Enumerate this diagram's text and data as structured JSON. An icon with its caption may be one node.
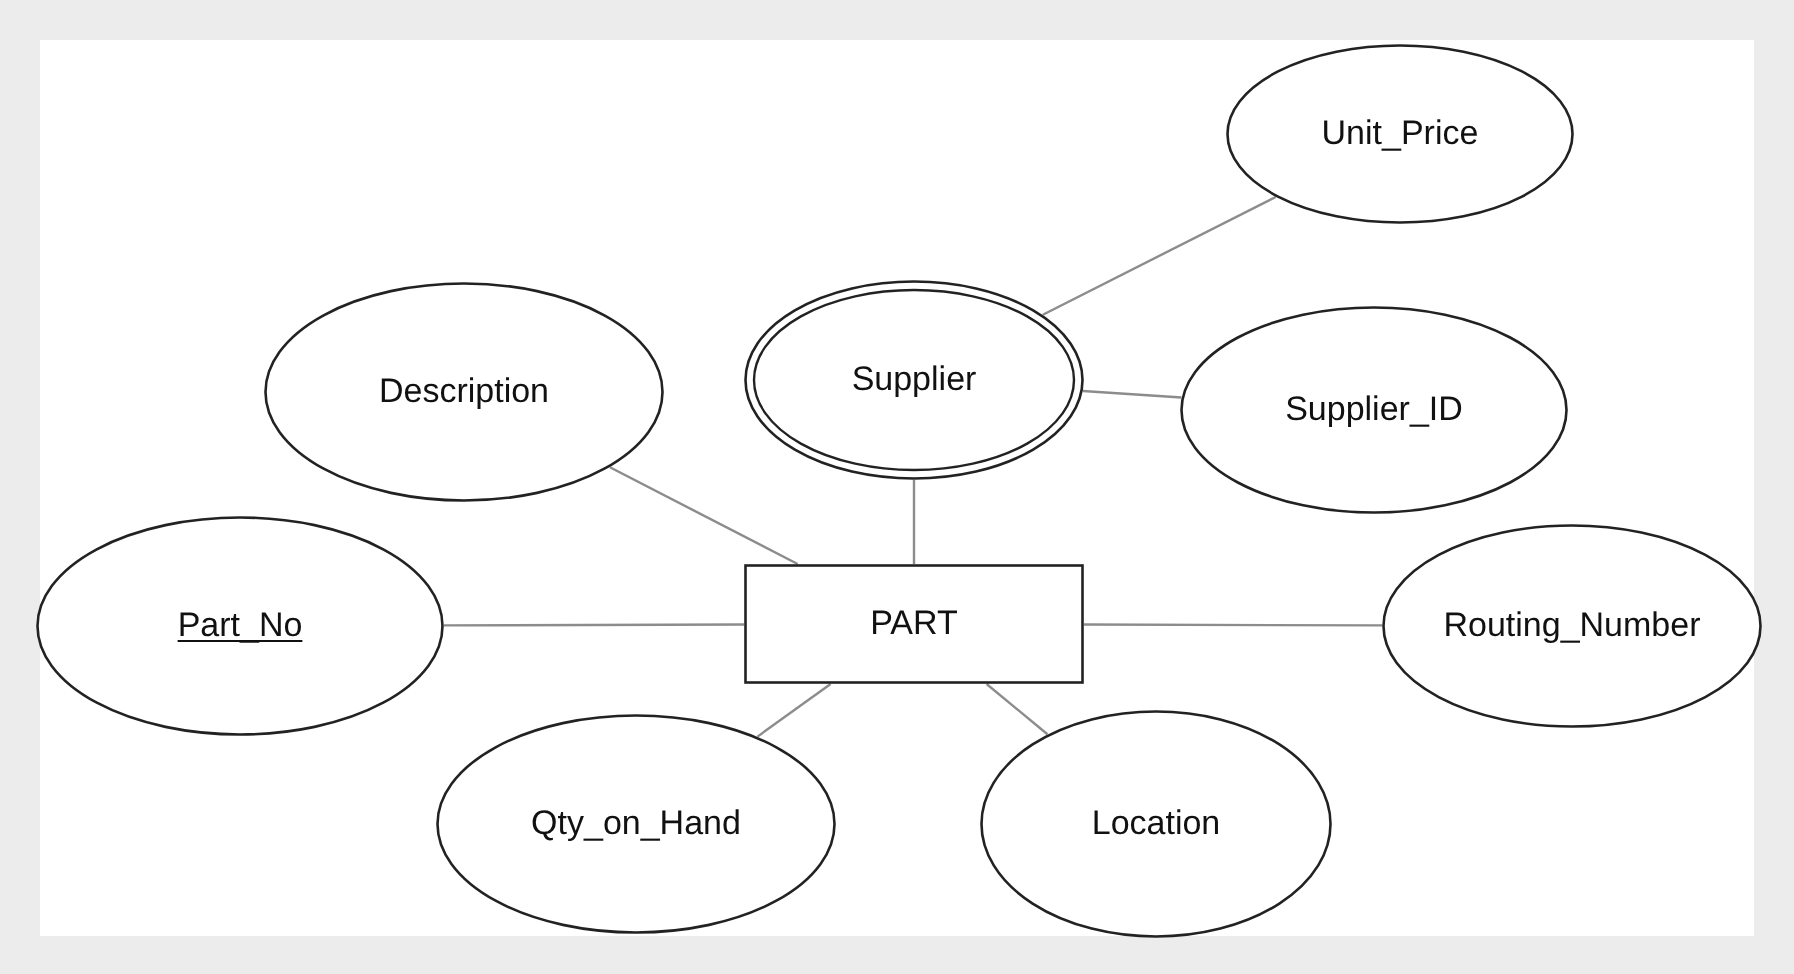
{
  "diagram": {
    "nodes": [
      {
        "text": [
          "Unit_Price"
        ]
      },
      {
        "text": [
          "Description"
        ]
      },
      {
        "text": [
          "Supplier"
        ]
      },
      {
        "text": [
          "Supplier_ID"
        ]
      },
      {
        "text": [
          "Part_No"
        ]
      },
      {
        "text": [
          "PART"
        ]
      },
      {
        "text": [
          "Routing_Number"
        ]
      },
      {
        "text": [
          "Qty_on_Hand"
        ]
      },
      {
        "text": [
          "Location"
        ]
      }
    ],
    "edges": [
      {
        "from": 5,
        "to": 1,
        "arrow": "none"
      },
      {
        "from": 5,
        "to": 2,
        "arrow": "none"
      },
      {
        "from": 2,
        "to": 0,
        "arrow": "none"
      },
      {
        "from": 2,
        "to": 3,
        "arrow": "none"
      },
      {
        "from": 5,
        "to": 4,
        "arrow": "none"
      },
      {
        "from": 5,
        "to": 6,
        "arrow": "none"
      },
      {
        "from": 5,
        "to": 7,
        "arrow": "none"
      },
      {
        "from": 5,
        "to": 8,
        "arrow": "none"
      }
    ]
  }
}
